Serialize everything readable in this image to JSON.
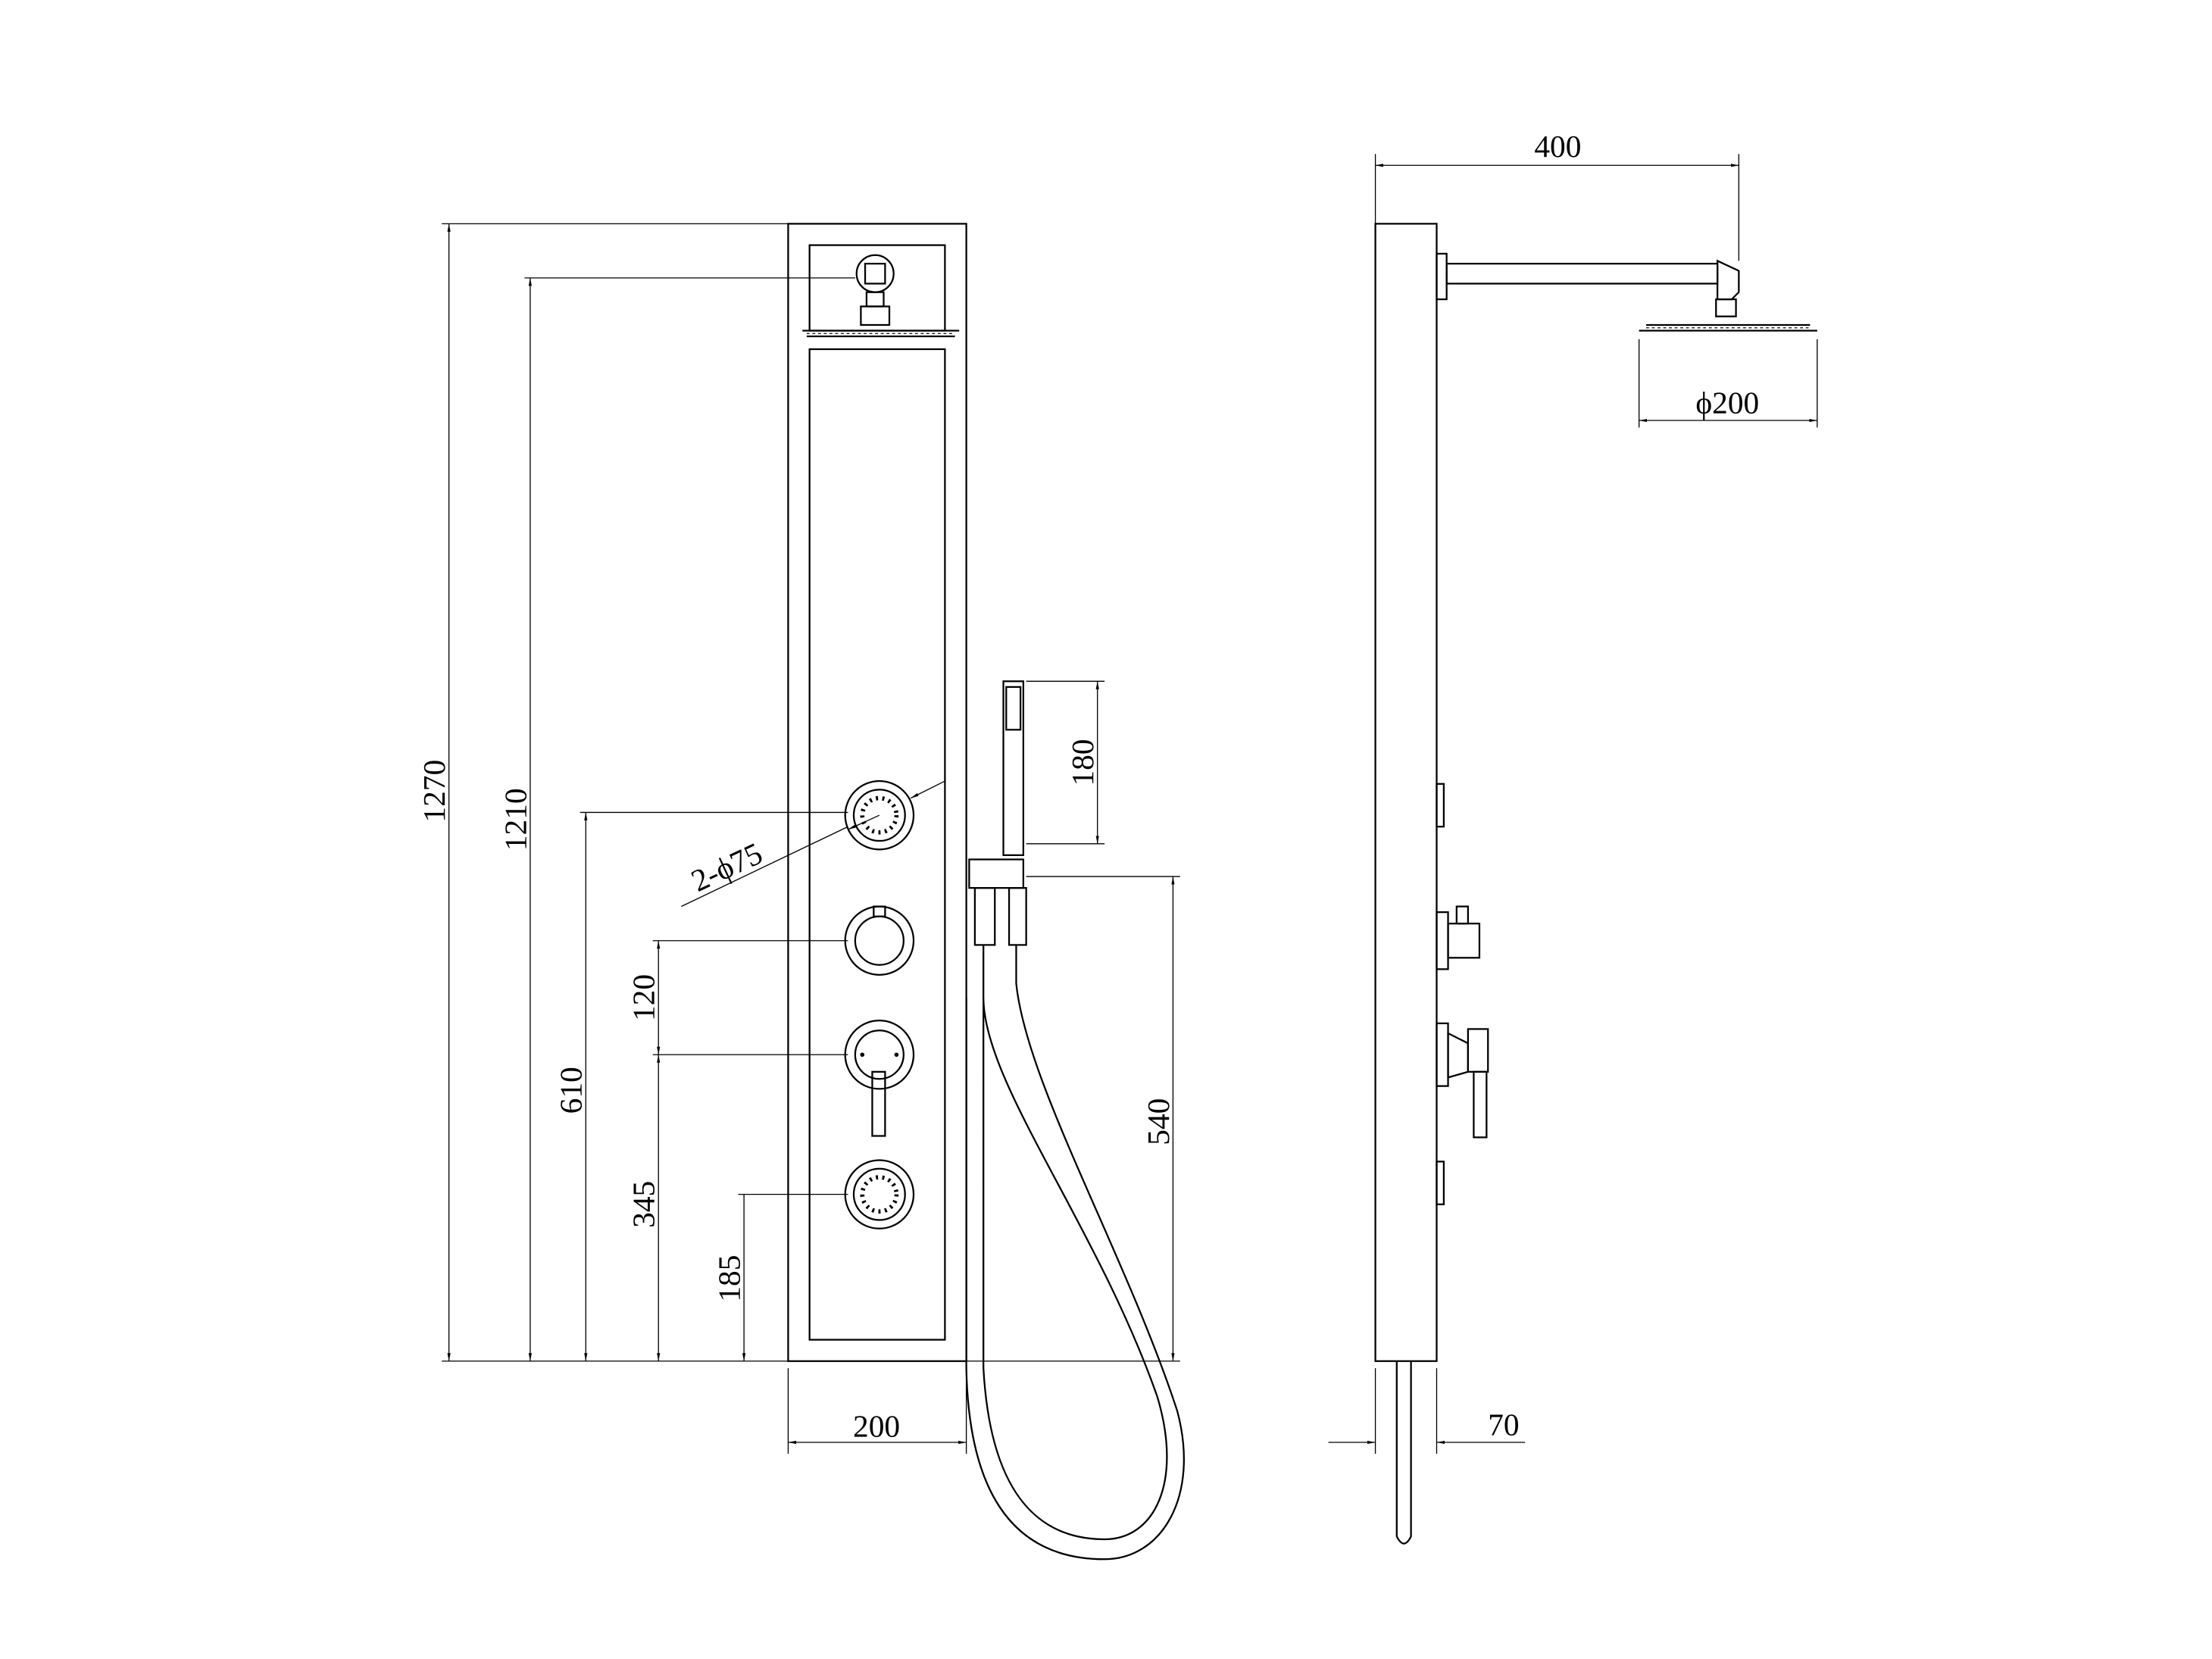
{
  "front_view": {
    "dim_total_height": "1270",
    "dim_head_height": "1210",
    "dim_upper_jet_height": "610",
    "dim_mixer_height": "345",
    "dim_diverter_spacing": "120",
    "dim_lower_jet_height": "185",
    "dim_jet_diameter": "2-ϕ75",
    "dim_panel_width": "200",
    "dim_hand_shower_length": "180",
    "dim_holder_height": "540"
  },
  "side_view": {
    "dim_arm_length": "400",
    "dim_head_diameter": "ϕ200",
    "dim_panel_depth": "70"
  }
}
